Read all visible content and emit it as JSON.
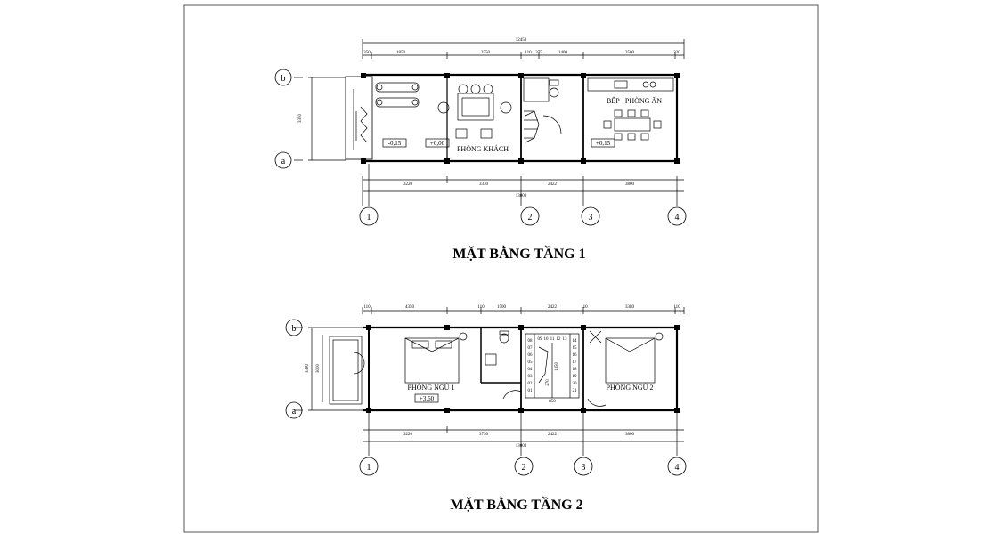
{
  "plans": [
    {
      "title": "MẶT BẰNG TẦNG 1",
      "rooms": [
        "PHÒNG KHÁCH",
        "BẾP +PHÒNG ĂN"
      ],
      "levels": [
        "-0,15",
        "+0,00",
        "+0,15"
      ],
      "top_dims": [
        "350",
        "1850",
        "3750",
        "110",
        "375",
        "1400",
        "3500",
        "220"
      ],
      "top_total": "12450",
      "bottom_dims": [
        "3220",
        "3330",
        "2422",
        "3800"
      ],
      "bottom_total": "13000",
      "side_dim": "3350",
      "axes_x": [
        "1",
        "2",
        "3",
        "4"
      ],
      "axes_y": [
        "b",
        "a"
      ]
    },
    {
      "title": "MẶT BẰNG TẦNG 2",
      "rooms": [
        "PHÒNG NGỦ 1",
        "PHÒNG NGỦ 2"
      ],
      "levels": [
        "+3,60"
      ],
      "top_dims": [
        "110",
        "4350",
        "110",
        "1500",
        "2422",
        "110",
        "3380",
        "110"
      ],
      "stair_steps_left": [
        "08",
        "07",
        "06",
        "05",
        "04",
        "03",
        "02",
        "01"
      ],
      "stair_steps_top": [
        "09",
        "10",
        "11",
        "12",
        "13"
      ],
      "stair_steps_right": [
        "14",
        "15",
        "16",
        "17",
        "18",
        "19",
        "20",
        "21"
      ],
      "stair_dims": [
        "1350",
        "850",
        "270"
      ],
      "bottom_dims": [
        "3220",
        "3730",
        "2422",
        "3800"
      ],
      "bottom_total": "13000",
      "side_dims": [
        "3380",
        "3000"
      ],
      "axes_x": [
        "1",
        "2",
        "3",
        "4"
      ],
      "axes_y": [
        "b",
        "a"
      ]
    }
  ]
}
